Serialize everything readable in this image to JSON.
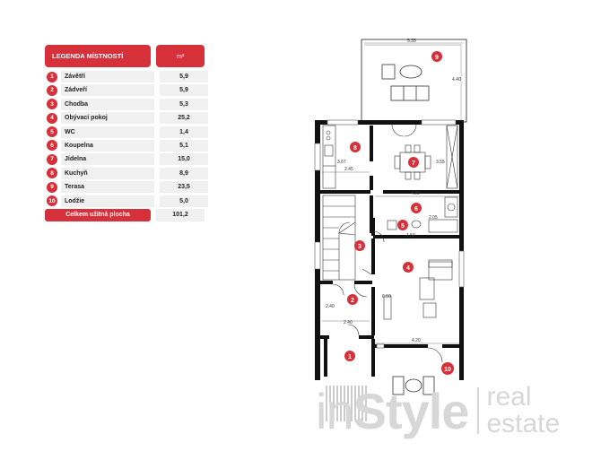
{
  "legend": {
    "title": "LEGENDA MÍSTNOSTÍ",
    "unit": "m²",
    "rooms": [
      {
        "num": "1",
        "name": "Závětří",
        "area": "5,9"
      },
      {
        "num": "2",
        "name": "Zádveří",
        "area": "5,9"
      },
      {
        "num": "3",
        "name": "Chodba",
        "area": "5,3"
      },
      {
        "num": "4",
        "name": "Obývací pokoj",
        "area": "25,2"
      },
      {
        "num": "5",
        "name": "WC",
        "area": "1,4"
      },
      {
        "num": "6",
        "name": "Koupelna",
        "area": "5,1"
      },
      {
        "num": "7",
        "name": "Jídelna",
        "area": "15,0"
      },
      {
        "num": "8",
        "name": "Kuchyň",
        "area": "8,9"
      },
      {
        "num": "9",
        "name": "Terasa",
        "area": "23,5"
      },
      {
        "num": "10",
        "name": "Lodžie",
        "area": "5,0"
      }
    ],
    "total_label": "Celkem užitná plocha",
    "total_area": "101,2"
  },
  "plan": {
    "dimensions": [
      "5.35",
      "4.40",
      "3.67",
      "2.45",
      "4.20",
      "3.55",
      "2.05",
      "1.50",
      "6.50",
      "2.40",
      "2.40",
      "4.20"
    ],
    "room_markers": [
      "1",
      "2",
      "3",
      "4",
      "5",
      "6",
      "7",
      "8",
      "9",
      "10"
    ]
  },
  "colors": {
    "accent": "#d6303a",
    "row_bg": "#f0f0f0",
    "wall": "#111111",
    "logo": "#d7d7d7"
  },
  "logo": {
    "part1": "in",
    "part2": "Style",
    "part3": "real",
    "part4": "estate"
  }
}
